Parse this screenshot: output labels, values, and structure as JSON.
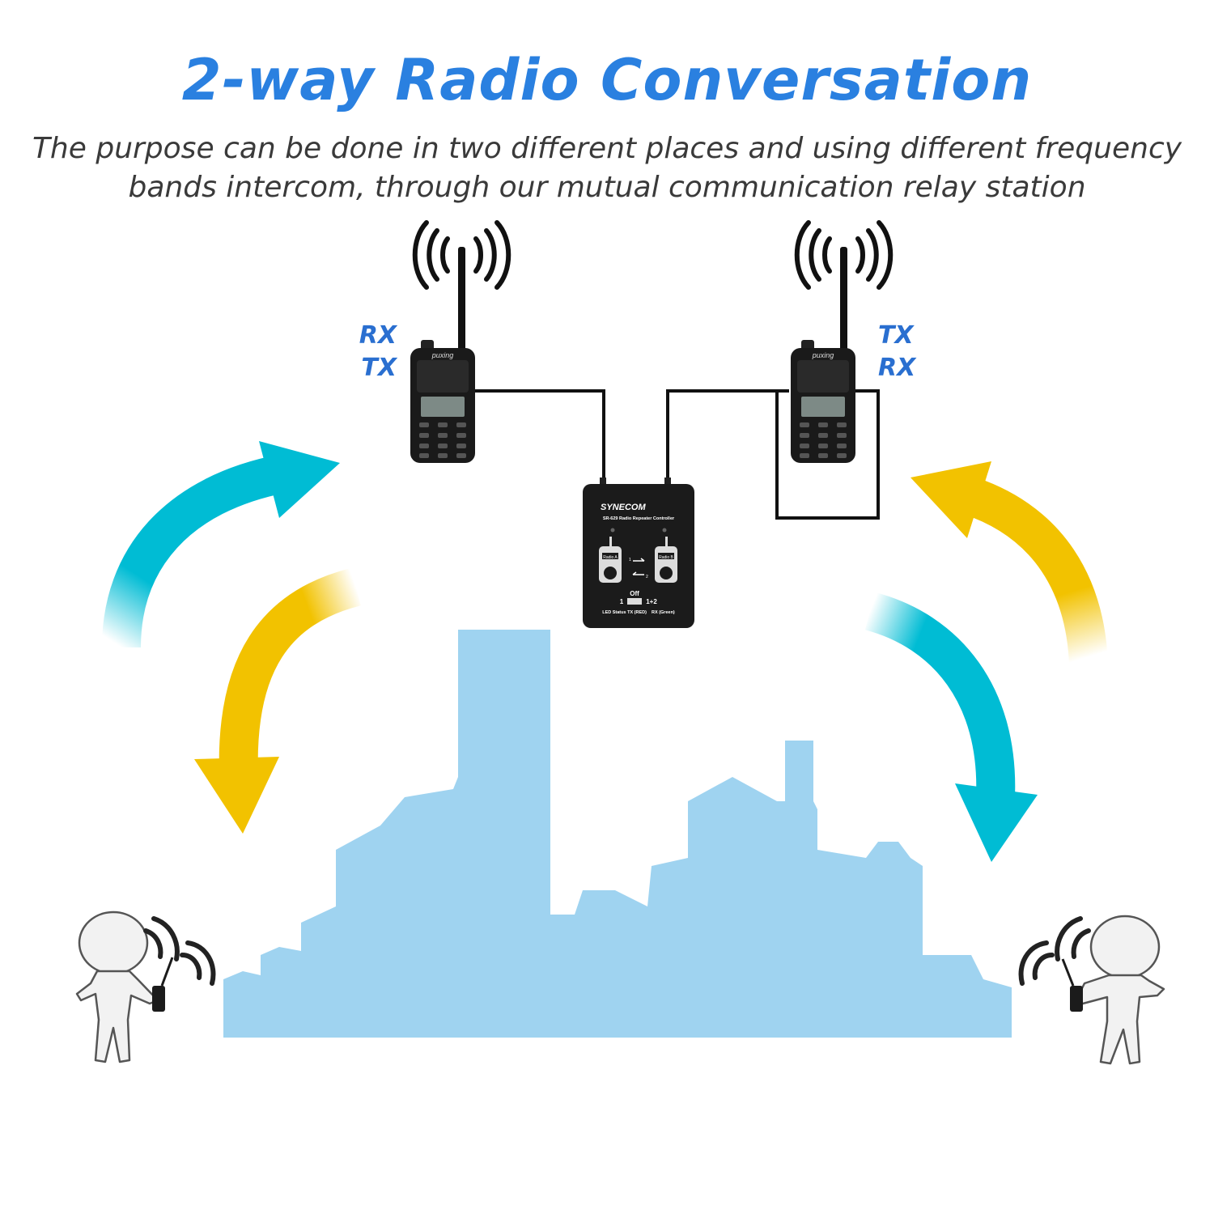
{
  "title": "2-way Radio Conversation",
  "subtitle": {
    "line1": "The purpose can be done in two different places and using different frequency",
    "line2": "bands intercom, through our mutual communication relay station"
  },
  "left_radio": {
    "label_top": "RX",
    "label_bottom": "TX",
    "brand": "puxing"
  },
  "right_radio": {
    "label_top": "TX",
    "label_bottom": "RX",
    "brand": "puxing"
  },
  "controller": {
    "brand": "SYNECOM",
    "model": "SR-629 Radio Repeater Controller",
    "radio_a": "Radio A",
    "radio_b": "Radio B",
    "ch1": "1",
    "ch2": "2",
    "switch_off": "Off",
    "switch_left": "1",
    "switch_right": "1+2",
    "led_status": "LED Status TX (RED)    RX (Green)"
  },
  "colors": {
    "title": "#2a80e0",
    "labels": "#2a6fd0",
    "cyan_arrow": "#00bcd4",
    "yellow_arrow": "#f2c200",
    "city": "#9fd3f0"
  }
}
